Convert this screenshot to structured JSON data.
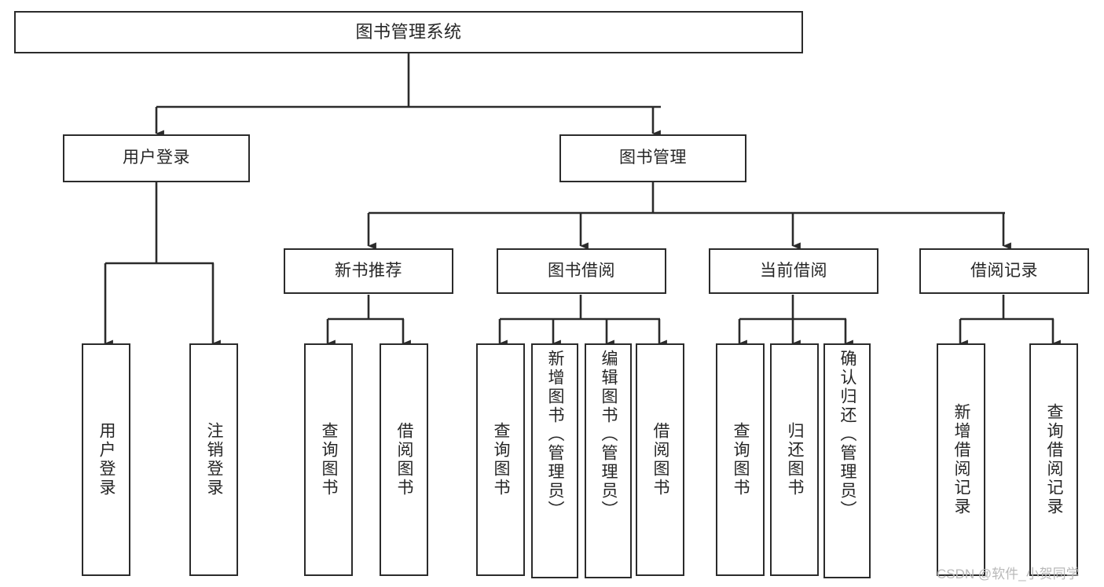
{
  "diagram": {
    "title": "图书管理系统",
    "type": "functional-structure-tree",
    "style": {
      "background": "#ffffff",
      "box_border": "#2b2b2b",
      "box_fill": "#ffffff",
      "text_color": "#262626",
      "edge_color": "#2b2b2b",
      "watermark_color": "#b9b9b9"
    },
    "levels": {
      "root": {
        "label": "图书管理系统"
      },
      "level2": [
        {
          "id": "user-login",
          "label": "用户登录"
        },
        {
          "id": "book-manage",
          "label": "图书管理"
        }
      ],
      "level3": [
        {
          "id": "new-book-recommend",
          "label": "新书推荐",
          "parent": "book-manage"
        },
        {
          "id": "book-borrow",
          "label": "图书借阅",
          "parent": "book-manage"
        },
        {
          "id": "current-borrow",
          "label": "当前借阅",
          "parent": "book-manage"
        },
        {
          "id": "borrow-record",
          "label": "借阅记录",
          "parent": "book-manage"
        }
      ],
      "leaves": [
        {
          "id": "leaf-user-login",
          "label": "用户登录",
          "parent": "user-login"
        },
        {
          "id": "leaf-logout",
          "label": "注销登录",
          "parent": "user-login"
        },
        {
          "id": "leaf-query-book-1",
          "label": "查询图书",
          "parent": "new-book-recommend"
        },
        {
          "id": "leaf-borrow-book-1",
          "label": "借阅图书",
          "parent": "new-book-recommend"
        },
        {
          "id": "leaf-query-book-2",
          "label": "查询图书",
          "parent": "book-borrow"
        },
        {
          "id": "leaf-add-book",
          "label": "新增图书（管理员）",
          "parent": "book-borrow"
        },
        {
          "id": "leaf-edit-book",
          "label": "编辑图书（管理员）",
          "parent": "book-borrow"
        },
        {
          "id": "leaf-borrow-book-2",
          "label": "借阅图书",
          "parent": "book-borrow"
        },
        {
          "id": "leaf-query-book-3",
          "label": "查询图书",
          "parent": "current-borrow"
        },
        {
          "id": "leaf-return-book",
          "label": "归还图书",
          "parent": "current-borrow"
        },
        {
          "id": "leaf-confirm-return",
          "label": "确认归还（管理员）",
          "parent": "current-borrow"
        },
        {
          "id": "leaf-add-record",
          "label": "新增借阅记录",
          "parent": "borrow-record"
        },
        {
          "id": "leaf-query-record",
          "label": "查询借阅记录",
          "parent": "borrow-record"
        }
      ]
    },
    "watermark": "CSDN @软件_小贺同学"
  }
}
